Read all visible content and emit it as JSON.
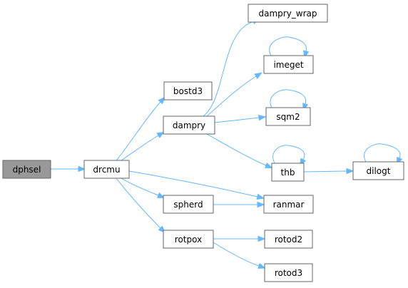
{
  "diagram": {
    "colors": {
      "edge": "#63b8ff",
      "node_border": "#666666",
      "node_fill": "#ffffff",
      "root_fill": "#999999",
      "text": "#000000"
    },
    "nodes": [
      {
        "id": "dphsel",
        "label": "dphsel",
        "root": true
      },
      {
        "id": "drcmu",
        "label": "drcmu"
      },
      {
        "id": "bostd3",
        "label": "bostd3"
      },
      {
        "id": "dampry",
        "label": "dampry"
      },
      {
        "id": "spherd",
        "label": "spherd"
      },
      {
        "id": "rotpox",
        "label": "rotpox"
      },
      {
        "id": "dampry_wrap",
        "label": "dampry_wrap"
      },
      {
        "id": "imeget",
        "label": "imeget"
      },
      {
        "id": "sqm2",
        "label": "sqm2"
      },
      {
        "id": "thb",
        "label": "thb"
      },
      {
        "id": "ranmar",
        "label": "ranmar"
      },
      {
        "id": "rotod2",
        "label": "rotod2"
      },
      {
        "id": "rotod3",
        "label": "rotod3"
      },
      {
        "id": "dilogt",
        "label": "dilogt"
      }
    ],
    "edges": [
      {
        "from": "dphsel",
        "to": "drcmu"
      },
      {
        "from": "drcmu",
        "to": "bostd3"
      },
      {
        "from": "drcmu",
        "to": "dampry"
      },
      {
        "from": "drcmu",
        "to": "ranmar"
      },
      {
        "from": "drcmu",
        "to": "spherd"
      },
      {
        "from": "drcmu",
        "to": "rotpox"
      },
      {
        "from": "dampry",
        "to": "dampry_wrap"
      },
      {
        "from": "dampry",
        "to": "imeget"
      },
      {
        "from": "dampry",
        "to": "sqm2"
      },
      {
        "from": "dampry",
        "to": "thb"
      },
      {
        "from": "imeget",
        "to": "imeget"
      },
      {
        "from": "sqm2",
        "to": "sqm2"
      },
      {
        "from": "thb",
        "to": "thb"
      },
      {
        "from": "thb",
        "to": "dilogt"
      },
      {
        "from": "dilogt",
        "to": "dilogt"
      },
      {
        "from": "spherd",
        "to": "ranmar"
      },
      {
        "from": "rotpox",
        "to": "rotod2"
      },
      {
        "from": "rotpox",
        "to": "rotod3"
      }
    ]
  }
}
